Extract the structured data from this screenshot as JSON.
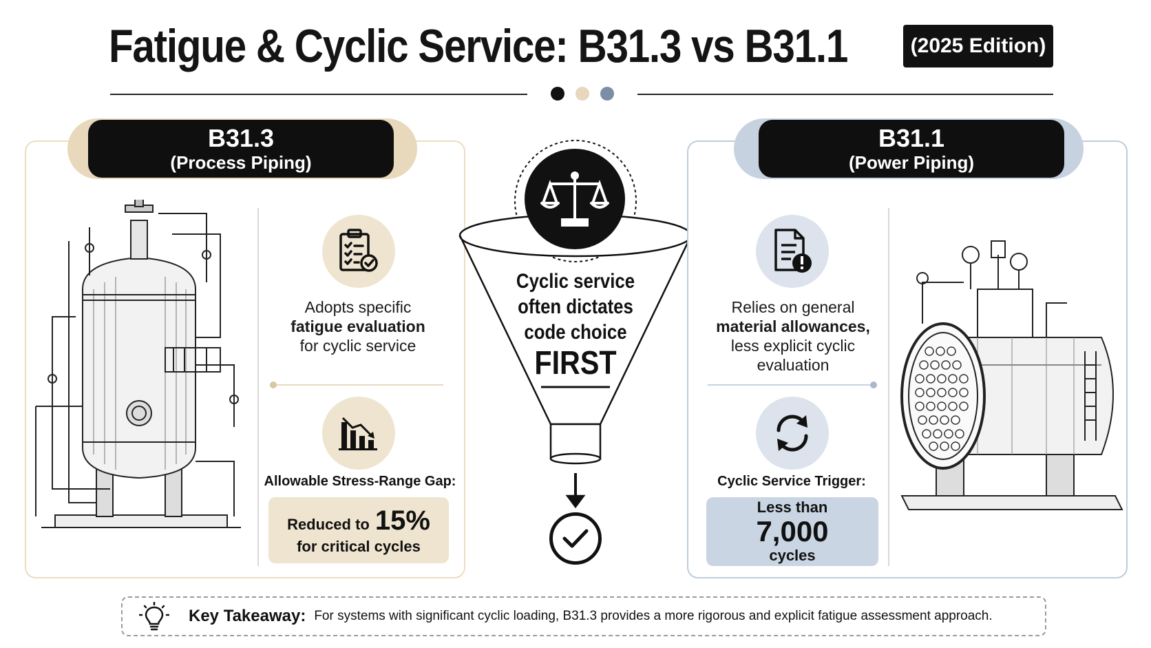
{
  "header": {
    "title": "Fatigue & Cyclic Service: B31.3 vs B31.1",
    "edition": "(2025 Edition)"
  },
  "left": {
    "code": "B31.3",
    "subtitle": "(Process Piping)",
    "desc_line1": "Adopts specific",
    "desc_bold": "fatigue evaluation",
    "desc_line3": "for cyclic service",
    "stat_label": "Allowable Stress-Range Gap:",
    "stat_prefix": "Reduced to",
    "stat_value": "15%",
    "stat_suffix": "for critical cycles",
    "icons": {
      "top": "checklist-icon",
      "bottom": "declining-bar-chart-icon",
      "illustration": "process-vessel-illustration"
    }
  },
  "center": {
    "line1": "Cyclic service",
    "line2": "often dictates",
    "line3": "code choice",
    "emphasis": "FIRST",
    "icons": {
      "top": "scales-of-justice-icon",
      "funnel": "funnel-icon",
      "arrow": "arrow-down-icon",
      "result": "checkmark-circle-icon"
    }
  },
  "right": {
    "code": "B31.1",
    "subtitle": "(Power Piping)",
    "desc_line1": "Relies on general",
    "desc_bold": "material allowances,",
    "desc_line3": "less explicit cyclic",
    "desc_line4": "evaluation",
    "stat_label": "Cyclic Service Trigger:",
    "stat_prefix": "Less than",
    "stat_value": "7,000",
    "stat_suffix": "cycles",
    "icons": {
      "top": "document-warning-icon",
      "bottom": "cycle-arrows-icon",
      "illustration": "heat-exchanger-illustration"
    }
  },
  "footer": {
    "label": "Key Takeaway:",
    "text": "For systems with significant cyclic loading, B31.3 provides a more rigorous and explicit fatigue assessment approach.",
    "icon": "lightbulb-icon"
  },
  "colors": {
    "beige": "#ecdcc0",
    "beige_fill": "#efe4cf",
    "blue": "#bfccdc",
    "blue_fill": "#c9d5e3",
    "dark": "#111111"
  }
}
